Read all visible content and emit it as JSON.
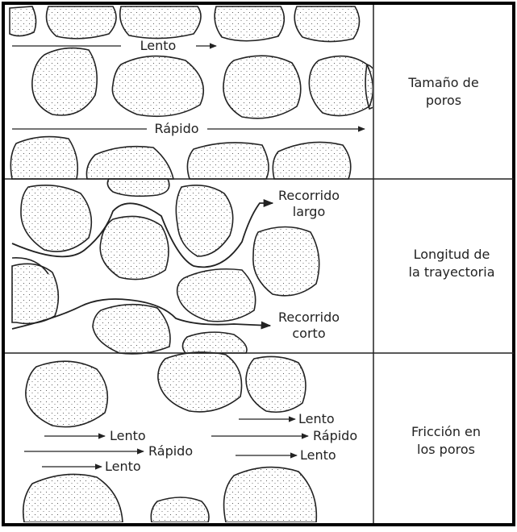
{
  "colors": {
    "ink": "#222222",
    "background": "#ffffff",
    "frame": "#000000"
  },
  "rows": [
    {
      "side_label": [
        "Tamaño de",
        "poros"
      ],
      "annotations": {
        "slow": "Lento",
        "fast": "Rápido"
      }
    },
    {
      "side_label": [
        "Longitud de",
        "la trayectoria"
      ],
      "annotations": {
        "long": [
          "Recorrido",
          "largo"
        ],
        "short": [
          "Recorrido",
          "corto"
        ]
      }
    },
    {
      "side_label": [
        "Fricción en",
        "los poros"
      ],
      "annotations": {
        "left": [
          "Lento",
          "Rápido",
          "Lento"
        ],
        "right": [
          "Lento",
          "Rápido",
          "Lento"
        ]
      }
    }
  ]
}
